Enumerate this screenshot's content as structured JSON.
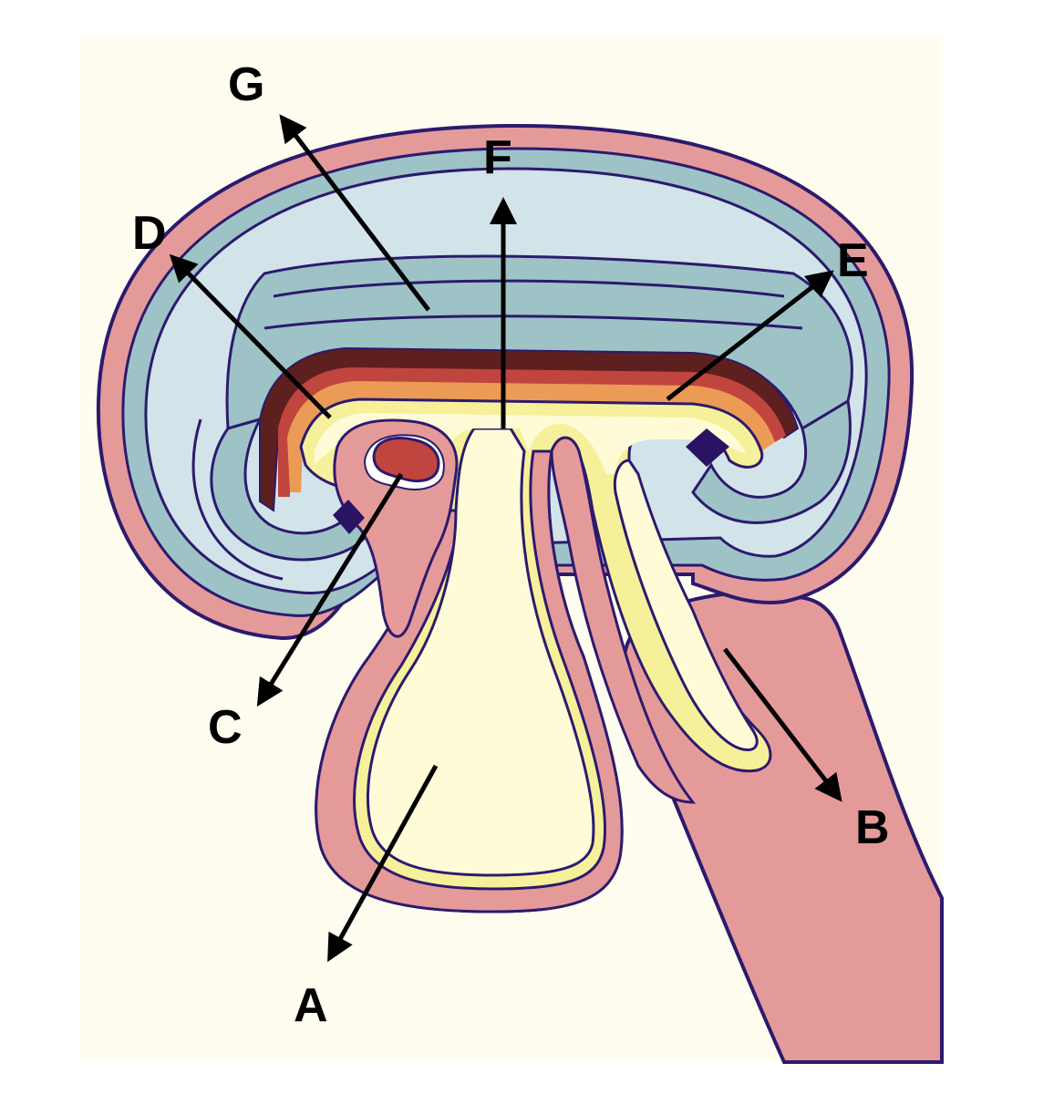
{
  "labels": {
    "a": "A",
    "b": "B",
    "c": "C",
    "d": "D",
    "e": "E",
    "f": "F",
    "g": "G"
  },
  "colors": {
    "panel": "#fffdf0",
    "outline": "#2c1a6e",
    "ectoderm_pink": "#e59a9a",
    "amnion_blue_light": "#d2e3ea",
    "amnion_blue": "#9ec3c6",
    "endoderm_yellow": "#f7f09a",
    "yolk_cream": "#fefbd6",
    "mesoderm_orange": "#eb9b55",
    "mesoderm_red": "#c0453e",
    "dark_brown": "#5e1f1f",
    "embryo_dark": "#2a1363",
    "arrow": "#000000"
  }
}
